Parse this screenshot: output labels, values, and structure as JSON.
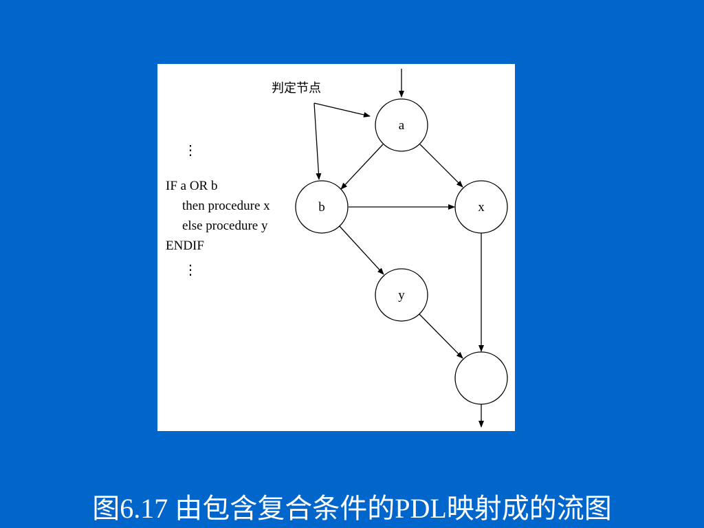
{
  "diagram": {
    "annotation": "判定节点",
    "code_lines": [
      {
        "text": "IF a OR b"
      },
      {
        "text": "then procedure x"
      },
      {
        "text": "else procedure y"
      },
      {
        "text": "ENDIF"
      }
    ],
    "ellipsis": "⋮",
    "nodes": [
      {
        "id": "a",
        "label": "a"
      },
      {
        "id": "b",
        "label": "b"
      },
      {
        "id": "x",
        "label": "x"
      },
      {
        "id": "y",
        "label": "y"
      },
      {
        "id": "end",
        "label": ""
      }
    ],
    "edges": [
      {
        "from": "entry",
        "to": "a"
      },
      {
        "from": "a",
        "to": "b"
      },
      {
        "from": "a",
        "to": "x"
      },
      {
        "from": "b",
        "to": "x"
      },
      {
        "from": "b",
        "to": "y"
      },
      {
        "from": "x",
        "to": "end"
      },
      {
        "from": "y",
        "to": "end"
      },
      {
        "from": "end",
        "to": "exit"
      }
    ]
  },
  "caption": "图6.17 由包含复合条件的PDL映射成的流图",
  "colors": {
    "background": "#0066CC",
    "panel": "#FFFFFF",
    "ink": "#000000",
    "caption": "#FFFFFF"
  }
}
